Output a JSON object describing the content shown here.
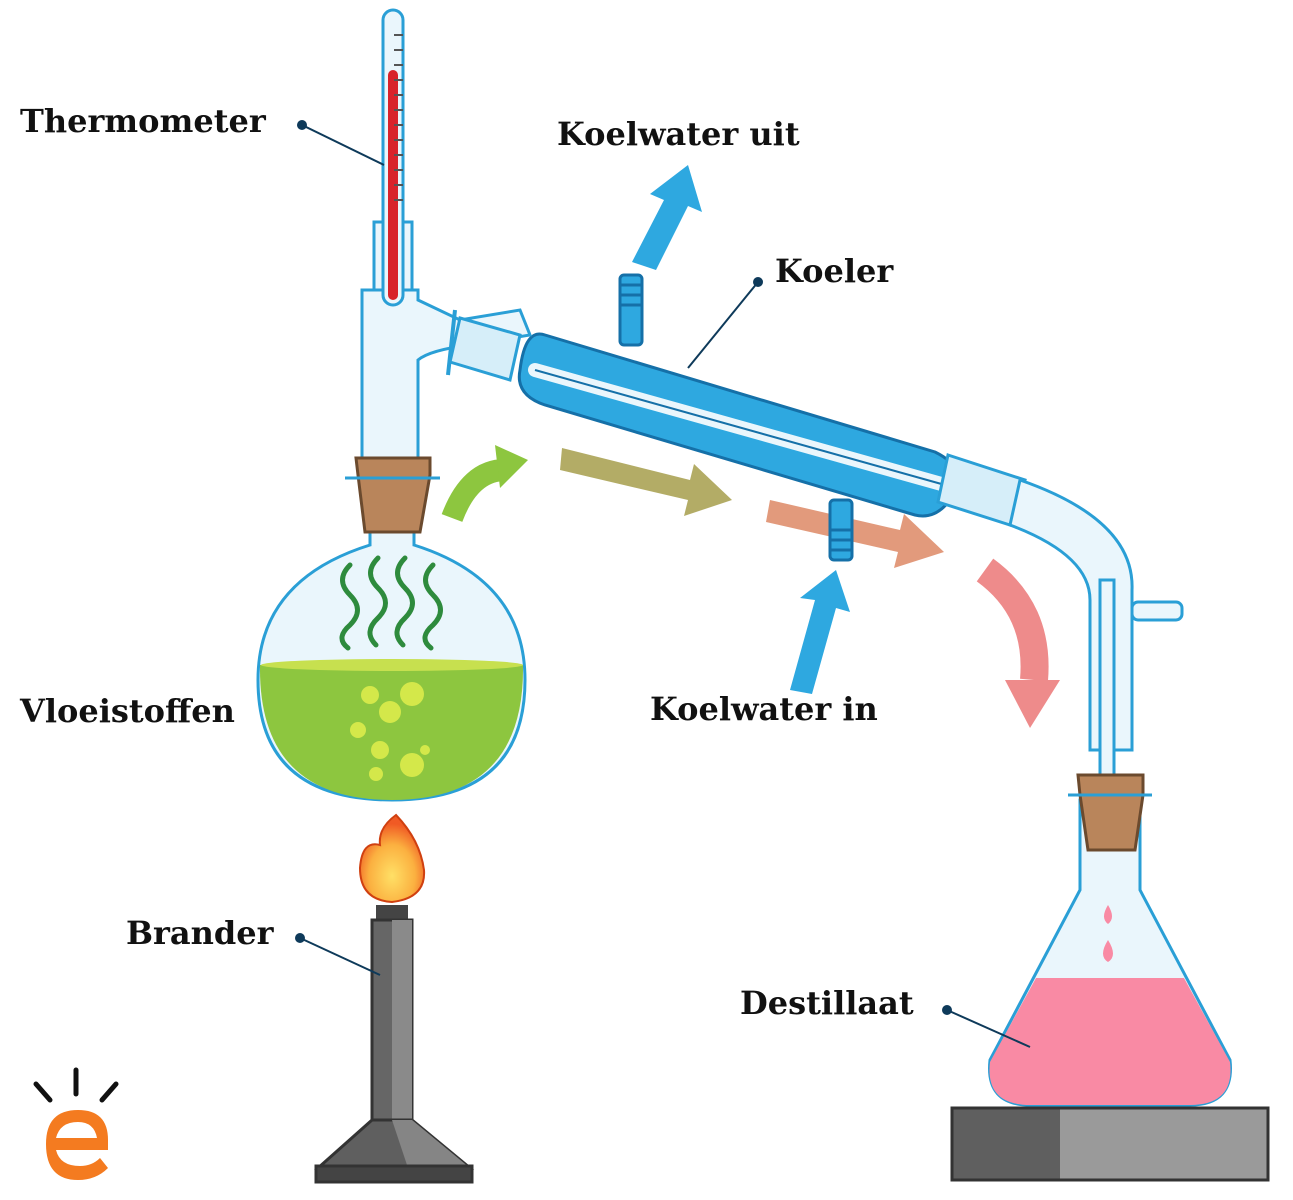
{
  "labels": {
    "thermometer": "Thermometer",
    "cooling_water_out": "Koelwater uit",
    "condenser": "Koeler",
    "liquids": "Vloeistoffen",
    "cooling_water_in": "Koelwater in",
    "burner": "Brander",
    "distillate": "Destillaat"
  },
  "colors": {
    "glass_outline": "#2a9fd6",
    "glass_fill": "#eaf6fc",
    "cooling_water": "#2ea8e0",
    "liquid": "#8dc63f",
    "liquid_bubbles": "#d4e84a",
    "vapor": "#2e8b3d",
    "distillate": "#f98aa4",
    "cork": "#b9855b",
    "mercury": "#d8232a",
    "burner": "#555555",
    "flame_outer": "#f05a24",
    "flame_inner": "#fbb040",
    "stand_dark": "#5f5f5f",
    "stand_light": "#9a9a9a",
    "logo_orange": "#f47b20",
    "leader_dot": "#0e3a5a"
  },
  "icons": {
    "logo": "e-logo-icon",
    "flame": "flame-icon",
    "vapor": "vapor-wave-icon"
  }
}
